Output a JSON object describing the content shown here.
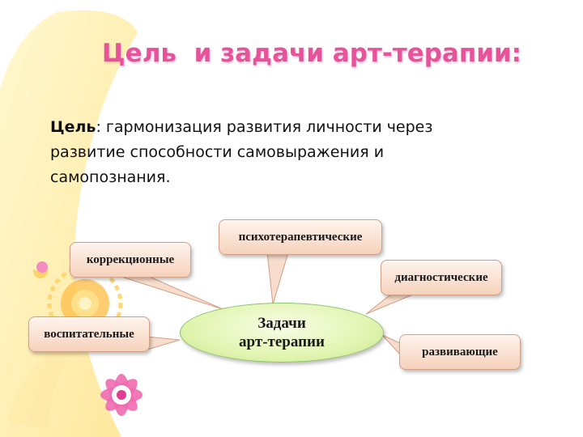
{
  "slide": {
    "title": "Цель  и задачи арт-терапии:",
    "goal_label": "Цель",
    "goal_text": ": гармонизация развития личности через развитие способности самовыражения и самопознания.",
    "center": {
      "line1": "Задачи",
      "line2": "арт-терапии"
    },
    "tasks": {
      "psychotherapeutic": "психотерапевтические",
      "correctional": "коррекционные",
      "diagnostic": "диагностические",
      "educational": "воспитательные",
      "developmental": "развивающие"
    }
  },
  "colors": {
    "title": "#e8529b",
    "callout_fill": "#f8ddcc",
    "ellipse_fill": "#e2f5b2"
  }
}
